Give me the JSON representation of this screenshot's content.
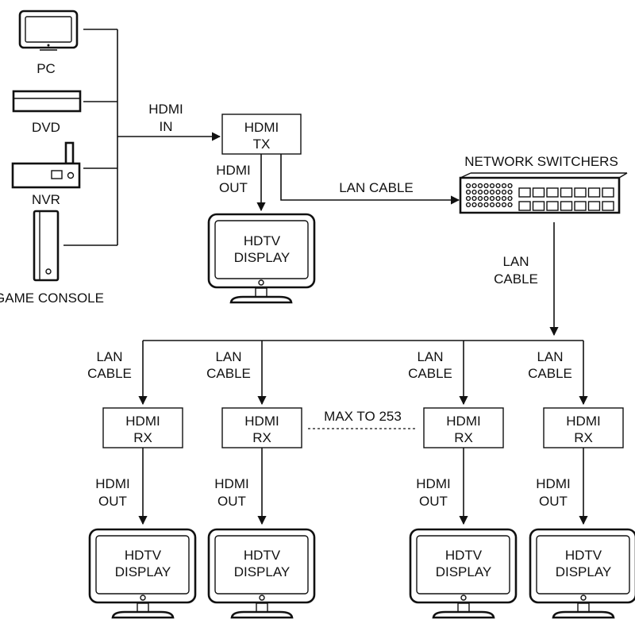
{
  "sources": {
    "pc_label": "PC",
    "dvd_label": "DVD",
    "nvr_label": "NVR",
    "console_label": "GAME CONSOLE"
  },
  "input_link": {
    "line1": "HDMI",
    "line2": "IN"
  },
  "transmitter": {
    "line1": "HDMI",
    "line2": "TX"
  },
  "tx_out": {
    "line1": "HDMI",
    "line2": "OUT"
  },
  "tx_display": {
    "line1": "HDTV",
    "line2": "DISPLAY"
  },
  "tx_lan": {
    "label": "LAN CABLE"
  },
  "switcher": {
    "label": "NETWORK SWITCHERS"
  },
  "switch_lan": {
    "line1": "LAN",
    "line2": "CABLE"
  },
  "max_note": "MAX TO 253",
  "receivers": [
    {
      "lan1": "LAN",
      "lan2": "CABLE",
      "rx1": "HDMI",
      "rx2": "RX",
      "out1": "HDMI",
      "out2": "OUT",
      "disp1": "HDTV",
      "disp2": "DISPLAY"
    },
    {
      "lan1": "LAN",
      "lan2": "CABLE",
      "rx1": "HDMI",
      "rx2": "RX",
      "out1": "HDMI",
      "out2": "OUT",
      "disp1": "HDTV",
      "disp2": "DISPLAY"
    },
    {
      "lan1": "LAN",
      "lan2": "CABLE",
      "rx1": "HDMI",
      "rx2": "RX",
      "out1": "HDMI",
      "out2": "OUT",
      "disp1": "HDTV",
      "disp2": "DISPLAY"
    },
    {
      "lan1": "LAN",
      "lan2": "CABLE",
      "rx1": "HDMI",
      "rx2": "RX",
      "out1": "HDMI",
      "out2": "OUT",
      "disp1": "HDTV",
      "disp2": "DISPLAY"
    }
  ]
}
